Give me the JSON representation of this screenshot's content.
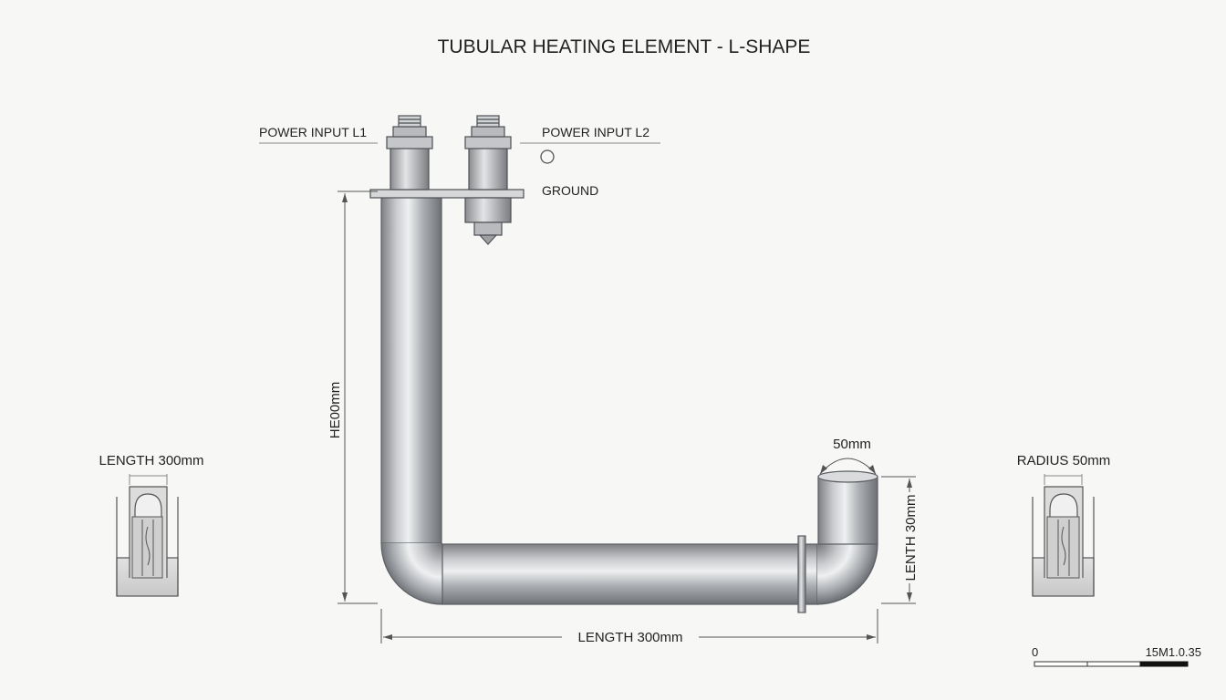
{
  "title": "TUBULAR HEATING ELEMENT - L-SHAPE",
  "callouts": {
    "power_l1": "POWER INPUT L1",
    "power_l2": "POWER INPUT L2",
    "ground": "GROUND"
  },
  "dimensions": {
    "height": "HE00mm",
    "length_bottom": "LENGTH 300mm",
    "bend_width": "50mm",
    "end_length": "LENTH 30mm"
  },
  "detail_left": {
    "label": "LENGTH 300mm"
  },
  "detail_right": {
    "label": "RADIUS 50mm"
  },
  "scale_bar": {
    "left": "0",
    "right": "15M1.0.35"
  }
}
